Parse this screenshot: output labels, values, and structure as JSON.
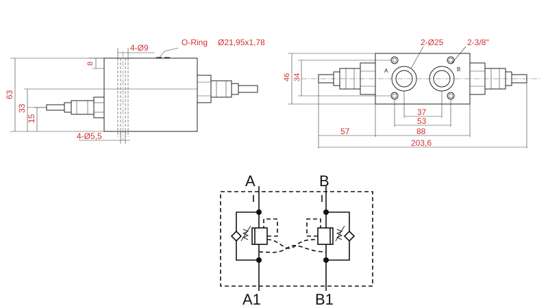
{
  "side_view": {
    "label_bolt_holes_top": "4-Ø9",
    "label_oring": "O-Ring",
    "label_oring_size": "Ø21,95x1,78",
    "label_8": "8",
    "label_63": "63",
    "label_33": "33",
    "label_15": "15",
    "label_bolt_holes_bottom": "4-Ø5,5"
  },
  "front_view": {
    "label_ports_dia": "2-Ø25",
    "label_thread": "2-3/8\"",
    "label_port_a": "A",
    "label_port_b": "B",
    "label_46": "46",
    "label_34": "34",
    "label_37": "37",
    "label_53": "53",
    "label_88": "88",
    "label_57": "57",
    "label_203": "203,6"
  },
  "schematic": {
    "port_a": "A",
    "port_b": "B",
    "port_a1": "A1",
    "port_b1": "B1"
  },
  "colors": {
    "dimension_text": "#d03030",
    "line": "#222222"
  }
}
